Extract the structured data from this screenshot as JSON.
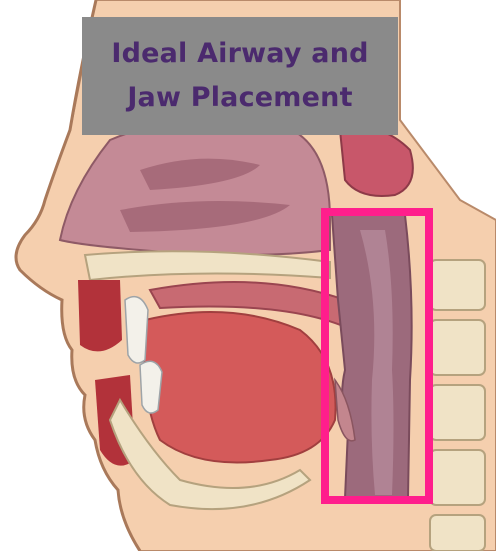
{
  "title": {
    "line1": "Ideal Airway and",
    "line2": "Jaw Placement"
  },
  "colors": {
    "banner_bg": "#8a8a8a",
    "title_text": "#4b2a6e",
    "highlight": "#ff1e8c",
    "skin": "#f5cfae",
    "airway": "#9c6a7c",
    "tongue": "#d45a5a",
    "bone": "#f0e3c6"
  },
  "icons": [
    "head-cross-section-illustration",
    "airway-highlight-box"
  ]
}
